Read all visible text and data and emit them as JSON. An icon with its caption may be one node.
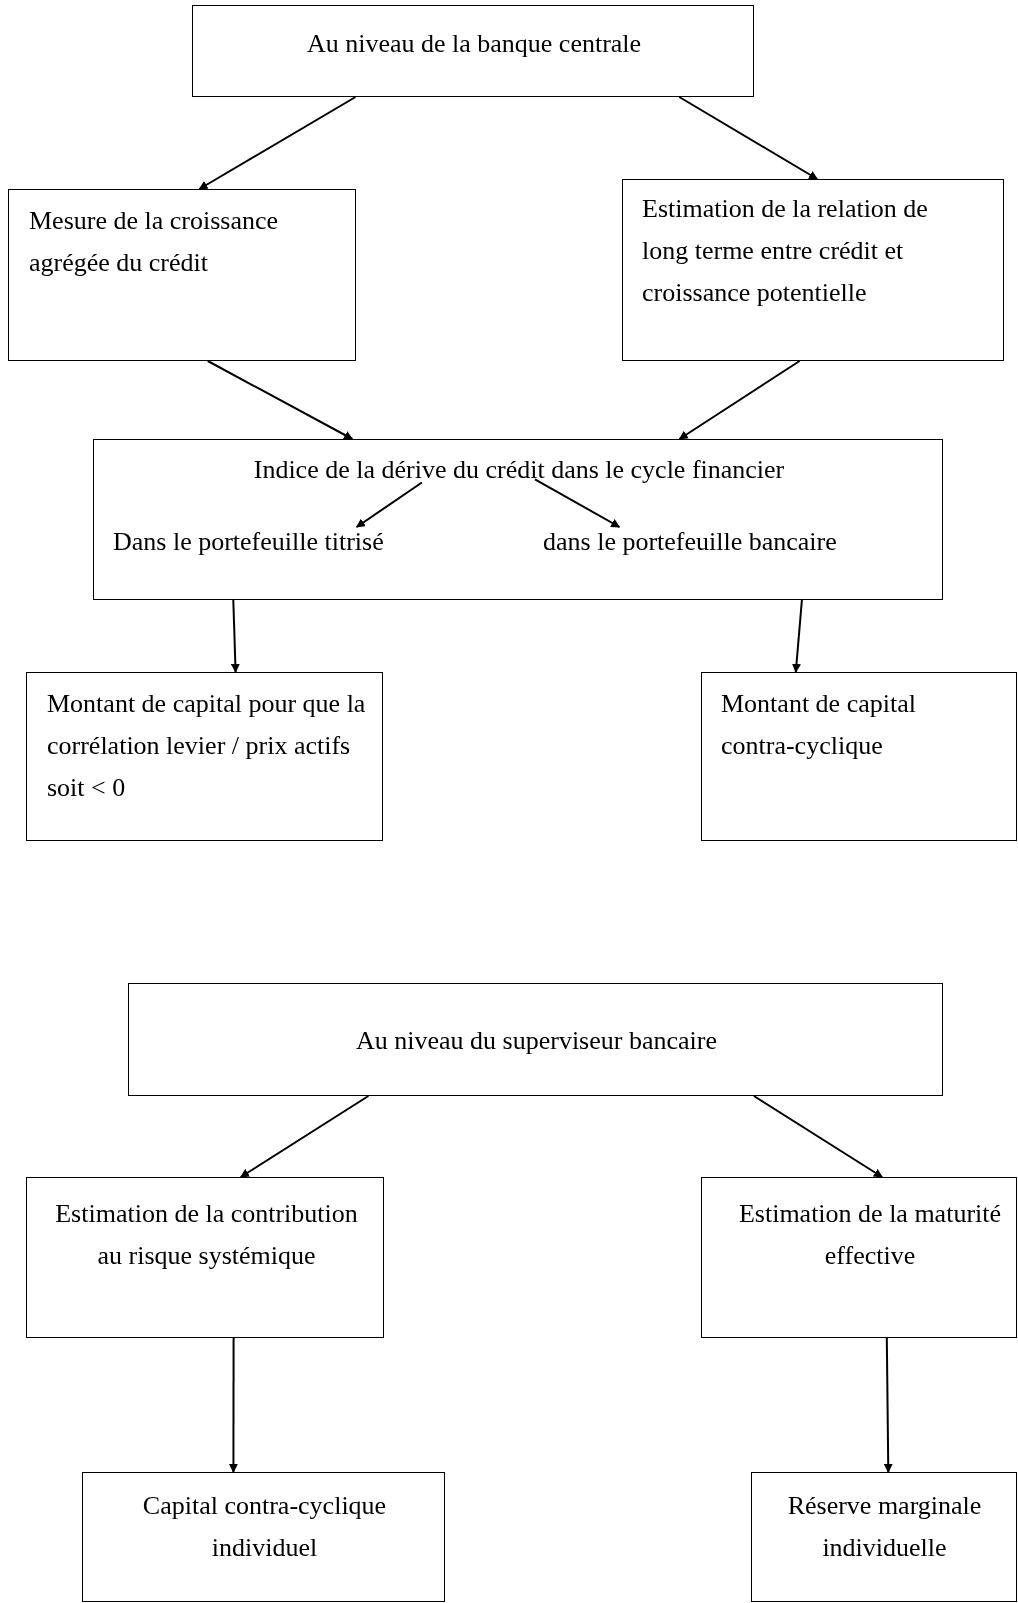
{
  "diagram": {
    "nodes": [
      {
        "text": [
          "Au niveau de la banque centrale"
        ]
      },
      {
        "text": [
          "Mesure de la croissance agrégée du crédit"
        ]
      },
      {
        "text": [
          "Estimation de la relation de long terme entre crédit et croissance potentielle"
        ]
      },
      {
        "text": [
          "Indice de la dérive du crédit dans le cycle financier"
        ]
      },
      {
        "text": [
          "Dans le portefeuille titrisé"
        ],
        "in": 3
      },
      {
        "text": [
          "dans le portefeuille bancaire"
        ],
        "in": 3
      },
      {
        "text": [
          "Montant de capital pour que la corrélation levier / prix actifs soit < 0"
        ]
      },
      {
        "text": [
          "Montant de capital contra-cyclique"
        ]
      },
      {
        "text": [
          "Au niveau du superviseur bancaire"
        ]
      },
      {
        "text": [
          "Estimation de la contribution au risque systémique"
        ]
      },
      {
        "text": [
          "Estimation de la maturité effective"
        ]
      },
      {
        "text": [
          "Capital contra-cyclique individuel"
        ]
      },
      {
        "text": [
          "Réserve marginale individuelle"
        ]
      }
    ],
    "edges": [
      {
        "from": 0,
        "to": 1,
        "arrow": "to"
      },
      {
        "from": 0,
        "to": 2,
        "arrow": "to"
      },
      {
        "from": 1,
        "to": 3,
        "arrow": "to"
      },
      {
        "from": 2,
        "to": 3,
        "arrow": "to"
      },
      {
        "from": 3,
        "to": 4,
        "arrow": "to"
      },
      {
        "from": 3,
        "to": 5,
        "arrow": "to"
      },
      {
        "from": 3,
        "to": 6,
        "arrow": "to"
      },
      {
        "from": 3,
        "to": 7,
        "arrow": "to"
      },
      {
        "from": 8,
        "to": 9,
        "arrow": "to"
      },
      {
        "from": 8,
        "to": 10,
        "arrow": "to"
      },
      {
        "from": 9,
        "to": 11,
        "arrow": "to"
      },
      {
        "from": 10,
        "to": 12,
        "arrow": "to"
      }
    ]
  }
}
